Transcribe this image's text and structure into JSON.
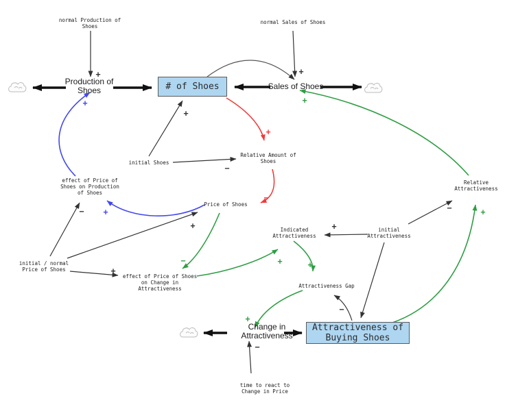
{
  "diagram_type": "stock-and-flow system dynamics diagram",
  "colors": {
    "stock_fill": "#AED6F1",
    "stock_border": "#5a5a5a",
    "link_black": "#333333",
    "link_red": "#ef3b3b",
    "link_blue": "#4348f0",
    "link_green": "#2f9e44"
  },
  "stocks": [
    {
      "label": "# of Shoes"
    },
    {
      "label": "Attractiveness of Buying Shoes"
    }
  ],
  "flows": [
    {
      "label": "Production of Shoes"
    },
    {
      "label": "Sales of Shoes"
    },
    {
      "label": "Change in Attractiveness"
    }
  ],
  "variables": [
    {
      "label": "normal Production of Shoes"
    },
    {
      "label": "normal Sales of Shoes"
    },
    {
      "label": "initial Shoes"
    },
    {
      "label": "Relative Amount of Shoes"
    },
    {
      "label": "Price of Shoes"
    },
    {
      "label": "effect of Price of Shoes on Production of Shoes"
    },
    {
      "label": "initial / normal Price of Shoes"
    },
    {
      "label": "effect of Price of Shoes on Change in Attractiveness"
    },
    {
      "label": "Indicated Attractiveness"
    },
    {
      "label": "initial Attractiveness"
    },
    {
      "label": "Relative Attractiveness"
    },
    {
      "label": "Attractiveness Gap"
    },
    {
      "label": "time to react to Change in Price"
    }
  ],
  "signs": [
    {
      "symbol": "+",
      "color": "#333333"
    },
    {
      "symbol": "+",
      "color": "#4348f0"
    },
    {
      "symbol": "+",
      "color": "#333333"
    },
    {
      "symbol": "+",
      "color": "#2f9e44"
    },
    {
      "symbol": "+",
      "color": "#333333"
    },
    {
      "symbol": "+",
      "color": "#ef3b3b"
    },
    {
      "symbol": "−",
      "color": "#333333"
    },
    {
      "symbol": "−",
      "color": "#ef3b3b"
    },
    {
      "symbol": "−",
      "color": "#333333"
    },
    {
      "symbol": "+",
      "color": "#4348f0"
    },
    {
      "symbol": "+",
      "color": "#333333"
    },
    {
      "symbol": "−",
      "color": "#2f9e44"
    },
    {
      "symbol": "+",
      "color": "#333333"
    },
    {
      "symbol": "+",
      "color": "#2f9e44"
    },
    {
      "symbol": "+",
      "color": "#2f9e44"
    },
    {
      "symbol": "+",
      "color": "#333333"
    },
    {
      "symbol": "−",
      "color": "#333333"
    },
    {
      "symbol": "+",
      "color": "#2f9e44"
    },
    {
      "symbol": "−",
      "color": "#333333"
    },
    {
      "symbol": "+",
      "color": "#2f9e44"
    },
    {
      "symbol": "−",
      "color": "#333333"
    }
  ]
}
